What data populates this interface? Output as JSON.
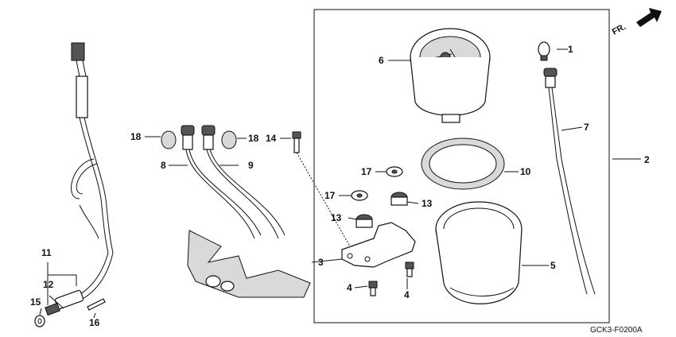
{
  "orientation_label": "FR.",
  "drawing_code": "GCK3-F0200A",
  "callouts": {
    "p1": "1",
    "p2": "2",
    "p3": "3",
    "p4a": "4",
    "p4b": "4",
    "p5": "5",
    "p6": "6",
    "p7": "7",
    "p8": "8",
    "p9": "9",
    "p10": "10",
    "p11": "11",
    "p12": "12",
    "p13a": "13",
    "p13b": "13",
    "p14": "14",
    "p15": "15",
    "p16": "16",
    "p17a": "17",
    "p17b": "17",
    "p18a": "18",
    "p18b": "18"
  }
}
